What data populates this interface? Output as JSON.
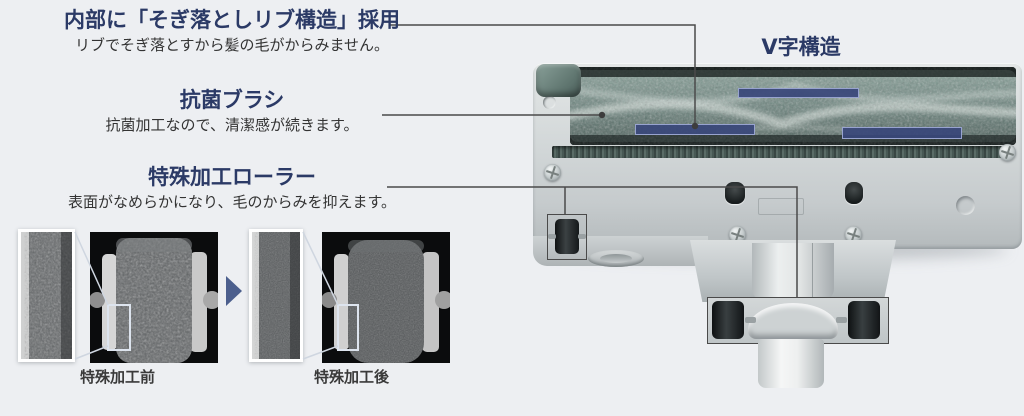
{
  "page": {
    "background": "#edeff2"
  },
  "annotations": {
    "rib": {
      "title": "内部に「そぎ落としリブ構造」採用",
      "desc": "リブでそぎ落とすから髪の毛がからみません。"
    },
    "antibacterial": {
      "title": "抗菌ブラシ",
      "desc": "抗菌加工なので、清潔感が続きます。"
    },
    "roller": {
      "title": "特殊加工ローラー",
      "desc": "表面がなめらかになり、毛のからみを抑えます。"
    },
    "v_structure": {
      "title": "V字構造"
    }
  },
  "comparison": {
    "before_label": "特殊加工前",
    "after_label": "特殊加工後",
    "arrow_icon": "right-arrowhead"
  },
  "figure": {
    "subject": "vacuum-head-underside-photo",
    "highlight_bar_count": 3,
    "colors": {
      "heading_navy": "#2b3a66",
      "body_text": "#333333",
      "leader_line": "#4a4a4a",
      "highlight_fill": "#38467a",
      "highlight_border": "#98a3cf",
      "arrow_navy": "#4c5f8d",
      "brush_teal": "#6f8b85",
      "head_gray": "#ccd1d2"
    }
  }
}
